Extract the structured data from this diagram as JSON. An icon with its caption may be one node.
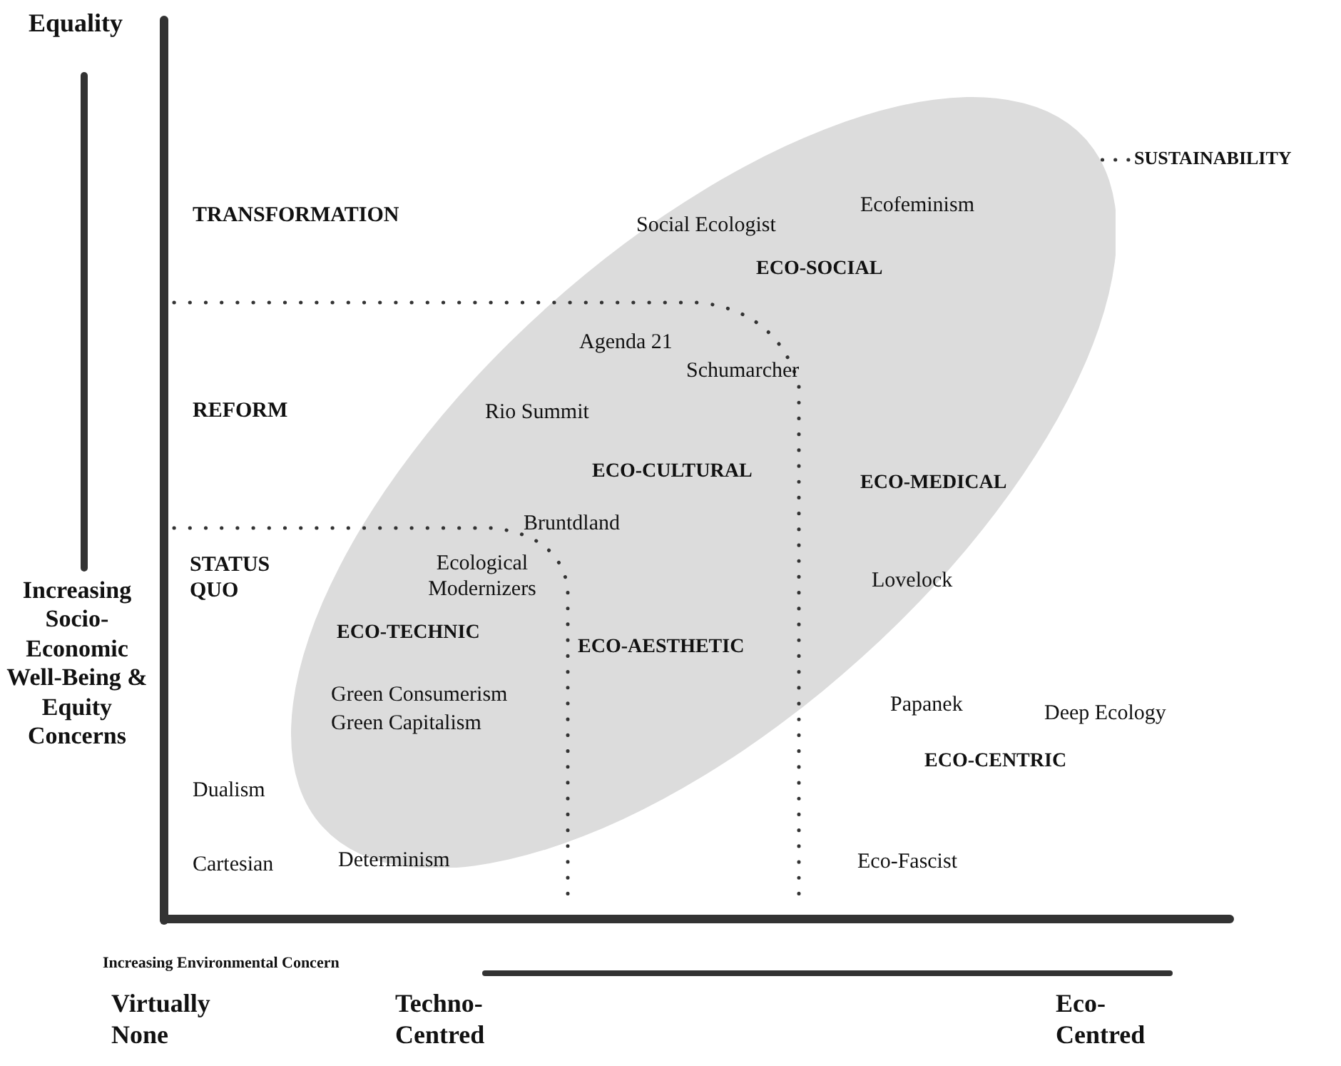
{
  "diagram": {
    "nodes": [
      {
        "text": [],
        "shape": "ellipse"
      },
      {
        "text": [
          "SUSTAINABILITY"
        ]
      }
    ],
    "edges": [
      {
        "from": 1,
        "to": 0,
        "arrow": "none",
        "style": "dashed"
      }
    ],
    "labels": [
      "Equality",
      "TRANSFORMATION",
      "Social Ecologist",
      "Ecofeminism",
      "ECO-SOCIAL",
      "Agenda 21",
      "Schumarcher",
      "REFORM",
      "Rio Summit",
      "ECO-CULTURAL",
      "ECO-MEDICAL",
      "Bruntdland",
      "STATUS QUO",
      "Ecological Modernizers",
      "Lovelock",
      "Increasing Socio-Economic Well-Being & Equity Concerns",
      "ECO-TECHNIC",
      "ECO-AESTHETIC",
      "Green Consumerism",
      "Green Capitalism",
      "Papanek",
      "Deep Ecology",
      "ECO-CENTRIC",
      "Dualism",
      "Cartesian",
      "Determinism",
      "Eco-Fascist",
      "Increasing Environmental Concern",
      "Virtually None",
      "Techno-Centred",
      "Eco-Centred"
    ]
  }
}
